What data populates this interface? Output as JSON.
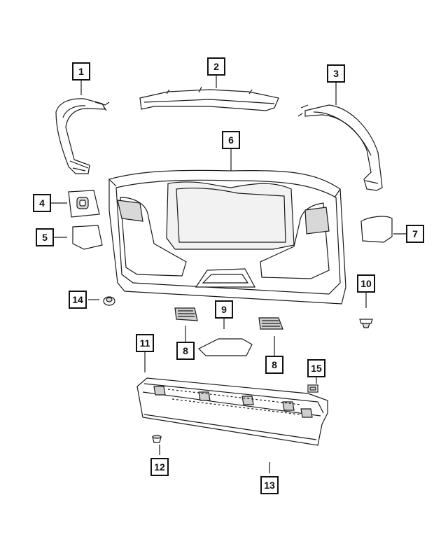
{
  "diagram": {
    "callouts": [
      {
        "id": "1",
        "label": "1"
      },
      {
        "id": "2",
        "label": "2"
      },
      {
        "id": "3",
        "label": "3"
      },
      {
        "id": "4",
        "label": "4"
      },
      {
        "id": "5",
        "label": "5"
      },
      {
        "id": "6",
        "label": "6"
      },
      {
        "id": "7",
        "label": "7"
      },
      {
        "id": "8a",
        "label": "8"
      },
      {
        "id": "8b",
        "label": "8"
      },
      {
        "id": "9",
        "label": "9"
      },
      {
        "id": "10",
        "label": "10"
      },
      {
        "id": "11",
        "label": "11"
      },
      {
        "id": "12",
        "label": "12"
      },
      {
        "id": "13",
        "label": "13"
      },
      {
        "id": "14",
        "label": "14"
      },
      {
        "id": "15",
        "label": "15"
      }
    ],
    "colors": {
      "line": "#1a1a1a",
      "fill": "#ffffff",
      "shade": "#e6e6e6",
      "dark": "#9a9a9a"
    }
  }
}
